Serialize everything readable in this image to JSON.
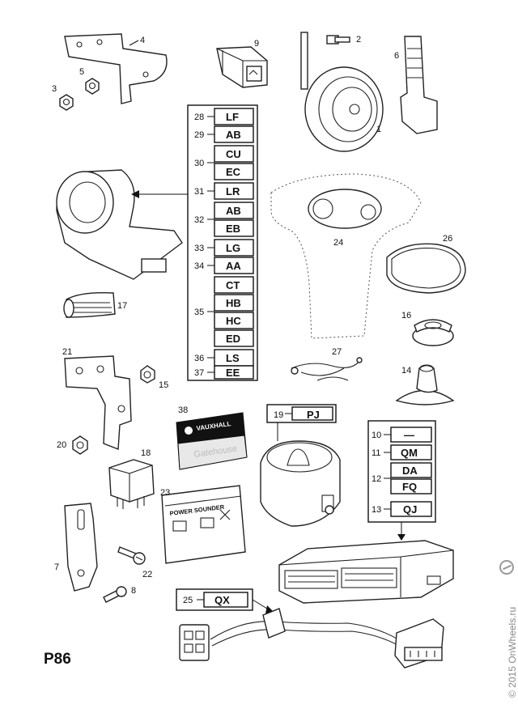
{
  "catalog_ref": "P86",
  "copyright": "© 2015 OnWheels.ru",
  "part_numbers": {
    "p1": "1",
    "p2": "2",
    "p3": "3",
    "p4": "4",
    "p5": "5",
    "p6": "6",
    "p7": "7",
    "p8": "8",
    "p9": "9",
    "p14": "14",
    "p15": "15",
    "p16": "16",
    "p17": "17",
    "p18": "18",
    "p20": "20",
    "p21": "21",
    "p22": "22",
    "p23": "23",
    "p24": "24",
    "p25": "25",
    "p26": "26",
    "p27": "27",
    "p38": "38"
  },
  "code_table": [
    {
      "ref": "28",
      "code": "LF"
    },
    {
      "ref": "29",
      "code": "AB"
    },
    {
      "ref": "30",
      "codes": [
        "CU",
        "EC"
      ]
    },
    {
      "ref": "31",
      "code": "LR"
    },
    {
      "ref": "32",
      "codes": [
        "AB",
        "EB"
      ]
    },
    {
      "ref": "33",
      "code": "LG"
    },
    {
      "ref": "34",
      "code": "AA"
    },
    {
      "ref": "35",
      "codes": [
        "CT",
        "HB",
        "HC",
        "ED"
      ]
    },
    {
      "ref": "36",
      "code": "LS"
    },
    {
      "ref": "37",
      "code": "EE"
    }
  ],
  "side_table": [
    {
      "ref": "10",
      "code": "—"
    },
    {
      "ref": "11",
      "code": "QM"
    },
    {
      "ref": "12",
      "codes": [
        "DA",
        "FQ"
      ]
    },
    {
      "ref": "13",
      "code": "QJ"
    }
  ],
  "callout_19": {
    "ref": "19",
    "code": "PJ"
  },
  "callout_25": {
    "ref": "25",
    "code": "QX"
  },
  "badge_38": {
    "brand": "VAUXHALL",
    "text": "Gatehouse"
  },
  "label_23": {
    "title": "POWER SOUNDER"
  }
}
